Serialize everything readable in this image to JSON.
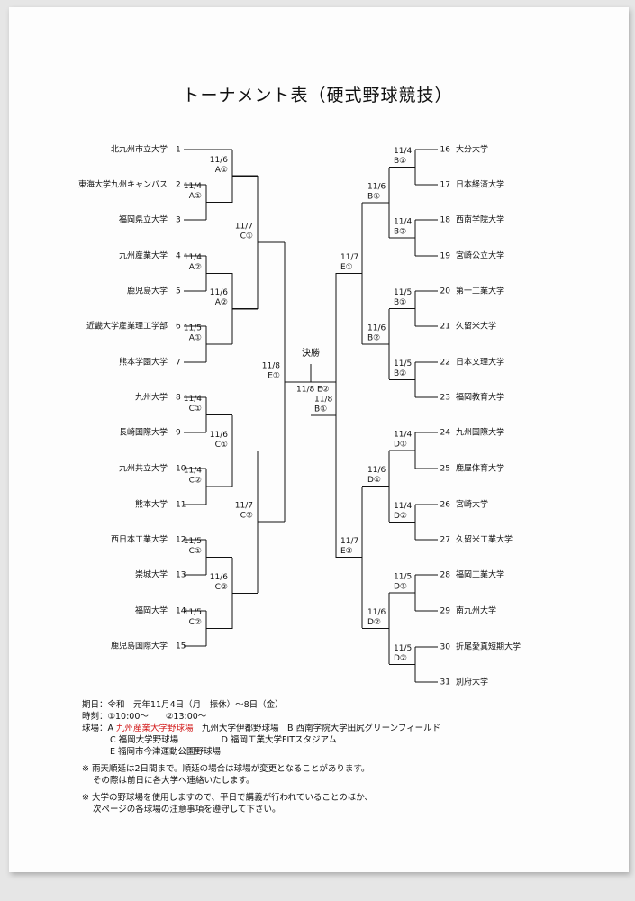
{
  "title": "トーナメント表（硬式野球競技）",
  "left_teams": [
    {
      "seed": "1",
      "name": "北九州市立大学"
    },
    {
      "seed": "2",
      "name": "東海大学九州キャンパス"
    },
    {
      "seed": "3",
      "name": "福岡県立大学"
    },
    {
      "seed": "4",
      "name": "九州産業大学"
    },
    {
      "seed": "5",
      "name": "鹿児島大学"
    },
    {
      "seed": "6",
      "name": "近畿大学産業理工学部"
    },
    {
      "seed": "7",
      "name": "熊本学園大学"
    },
    {
      "seed": "8",
      "name": "九州大学"
    },
    {
      "seed": "9",
      "name": "長崎国際大学"
    },
    {
      "seed": "10",
      "name": "九州共立大学"
    },
    {
      "seed": "11",
      "name": "熊本大学"
    },
    {
      "seed": "12",
      "name": "西日本工業大学"
    },
    {
      "seed": "13",
      "name": "崇城大学"
    },
    {
      "seed": "14",
      "name": "福岡大学"
    },
    {
      "seed": "15",
      "name": "鹿児島国際大学"
    }
  ],
  "right_teams": [
    {
      "seed": "16",
      "name": "大分大学"
    },
    {
      "seed": "17",
      "name": "日本経済大学"
    },
    {
      "seed": "18",
      "name": "西南学院大学"
    },
    {
      "seed": "19",
      "name": "宮崎公立大学"
    },
    {
      "seed": "20",
      "name": "第一工業大学"
    },
    {
      "seed": "21",
      "name": "久留米大学"
    },
    {
      "seed": "22",
      "name": "日本文理大学"
    },
    {
      "seed": "23",
      "name": "福岡教育大学"
    },
    {
      "seed": "24",
      "name": "九州国際大学"
    },
    {
      "seed": "25",
      "name": "鹿屋体育大学"
    },
    {
      "seed": "26",
      "name": "宮崎大学"
    },
    {
      "seed": "27",
      "name": "久留米工業大学"
    },
    {
      "seed": "28",
      "name": "福岡工業大学"
    },
    {
      "seed": "29",
      "name": "南九州大学"
    },
    {
      "seed": "30",
      "name": "折尾愛真短期大学"
    },
    {
      "seed": "31",
      "name": "別府大学"
    }
  ],
  "left_matches": [
    {
      "date": "11/4",
      "venue": "A①"
    },
    {
      "date": "11/6",
      "venue": "A①"
    },
    {
      "date": "11/4",
      "venue": "A②"
    },
    {
      "date": "11/5",
      "venue": "A①"
    },
    {
      "date": "11/6",
      "venue": "A②"
    },
    {
      "date": "11/7",
      "venue": "C①"
    },
    {
      "date": "11/4",
      "venue": "C①"
    },
    {
      "date": "11/4",
      "venue": "C②"
    },
    {
      "date": "11/6",
      "venue": "C①"
    },
    {
      "date": "11/5",
      "venue": "C①"
    },
    {
      "date": "11/5",
      "venue": "C②"
    },
    {
      "date": "11/6",
      "venue": "C②"
    },
    {
      "date": "11/7",
      "venue": "C②"
    },
    {
      "date": "11/8",
      "venue": "E①"
    }
  ],
  "right_matches": [
    {
      "date": "11/4",
      "venue": "B①"
    },
    {
      "date": "11/4",
      "venue": "B②"
    },
    {
      "date": "11/6",
      "venue": "B①"
    },
    {
      "date": "11/5",
      "venue": "B①"
    },
    {
      "date": "11/5",
      "venue": "B②"
    },
    {
      "date": "11/6",
      "venue": "B②"
    },
    {
      "date": "11/7",
      "venue": "E①"
    },
    {
      "date": "11/4",
      "venue": "D①"
    },
    {
      "date": "11/4",
      "venue": "D②"
    },
    {
      "date": "11/6",
      "venue": "D①"
    },
    {
      "date": "11/5",
      "venue": "D①"
    },
    {
      "date": "11/5",
      "venue": "D②"
    },
    {
      "date": "11/6",
      "venue": "D②"
    },
    {
      "date": "11/7",
      "venue": "E②"
    },
    {
      "date": "11/8",
      "venue": "B①"
    }
  ],
  "final": {
    "label": "決勝",
    "date": "11/8",
    "venue": "E②"
  },
  "info": {
    "period": "期日：令和　元年11月4日（月　振休）～8日（金）",
    "time": "時刻：①10:00～　　②13:00～",
    "venue_prefix": "球場：A",
    "venue_a": "九州産業大学野球場",
    "venue_a_rest": "　九州大学伊都野球場　B 西南学院大学田尻グリーンフィールド",
    "venue_c": "C 福岡大学野球場　　　　　D 福岡工業大学FITスタジアム",
    "venue_e": "E 福岡市今津運動公園野球場",
    "note1": "※ 雨天順延は2日間まで。順延の場合は球場が変更となることがあります。",
    "note1b": "その際は前日に各大学へ連絡いたします。",
    "note2": "※ 大学の野球場を使用しますので、平日で講義が行われていることのほか、",
    "note2b": "次ページの各球場の注意事項を遵守して下さい。"
  }
}
